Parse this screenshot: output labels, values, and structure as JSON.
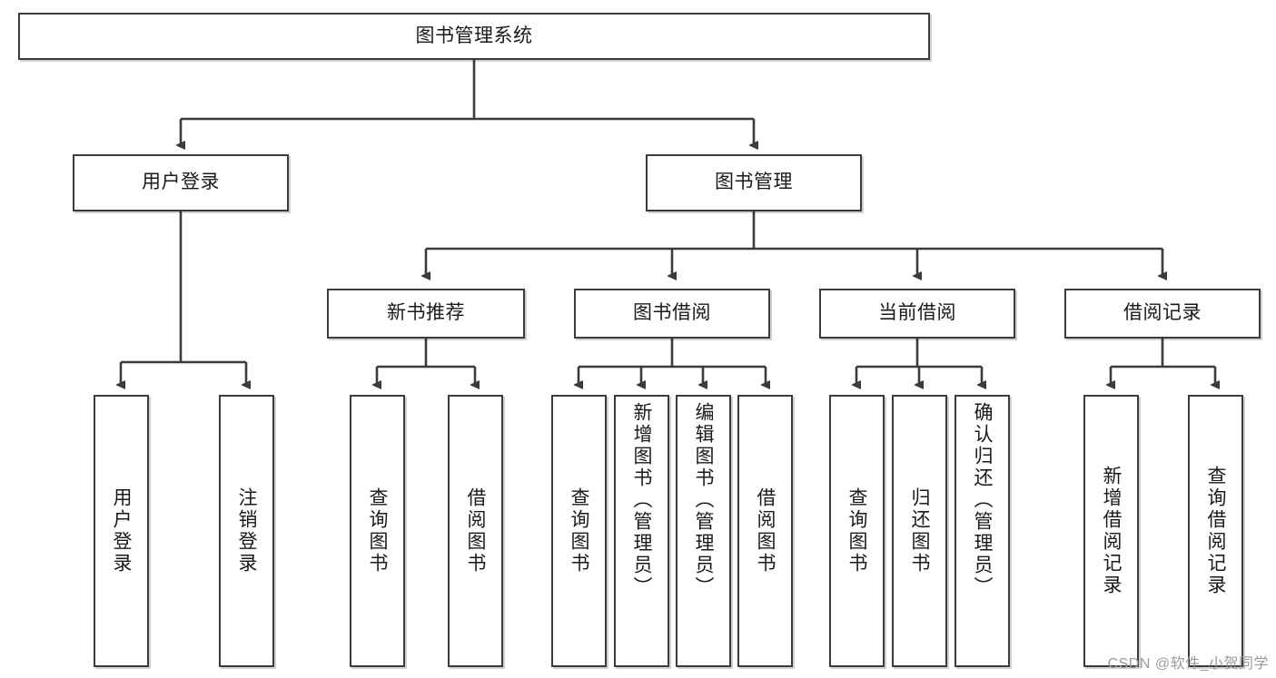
{
  "diagram": {
    "title": "图书管理系统",
    "type": "tree-hierarchy",
    "root": {
      "label": "图书管理系统"
    },
    "level2": [
      {
        "label": "用户登录"
      },
      {
        "label": "图书管理"
      }
    ],
    "level3": [
      {
        "label": "新书推荐"
      },
      {
        "label": "图书借阅"
      },
      {
        "label": "当前借阅"
      },
      {
        "label": "借阅记录"
      }
    ],
    "leaves": {
      "user_login": [
        {
          "label": "用户登录"
        },
        {
          "label": "注销登录"
        }
      ],
      "new_book_recommend": [
        {
          "label": "查询图书"
        },
        {
          "label": "借阅图书"
        }
      ],
      "book_borrow": [
        {
          "label": "查询图书"
        },
        {
          "label": "新增图书（管理员）"
        },
        {
          "label": "编辑图书（管理员）"
        },
        {
          "label": "借阅图书"
        }
      ],
      "current_borrow": [
        {
          "label": "查询图书"
        },
        {
          "label": "归还图书"
        },
        {
          "label": "确认归还（管理员）"
        }
      ],
      "borrow_record": [
        {
          "label": "新增借阅记录"
        },
        {
          "label": "查询借阅记录"
        }
      ]
    },
    "colors": {
      "stroke": "#3b3b3b",
      "fill": "#ffffff",
      "text": "#1a1a1a",
      "watermark": "#9a9a9a"
    }
  },
  "watermark": {
    "text": "CSDN @软件_小贺同学"
  }
}
